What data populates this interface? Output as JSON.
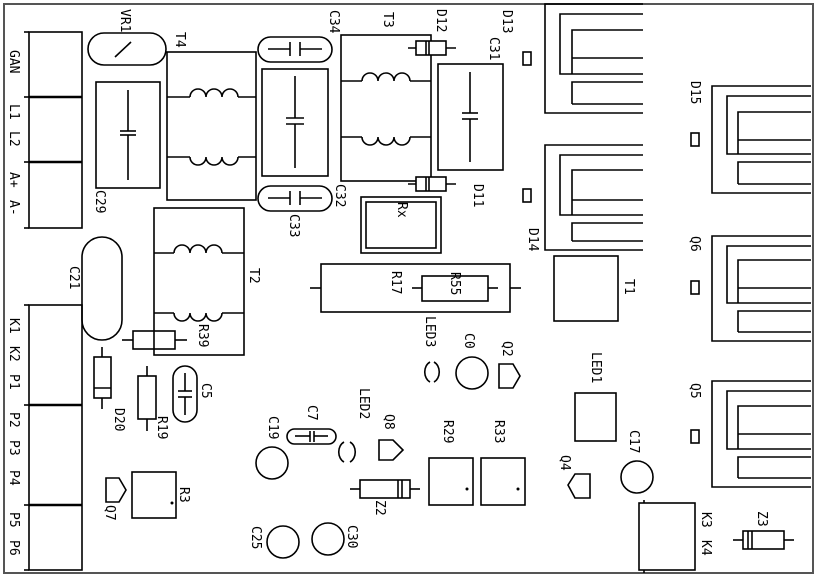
{
  "board": {
    "border_color": "#555555",
    "line_color": "#000000",
    "background": "#ffffff"
  },
  "labels": {
    "vr1": "VR1",
    "t4": "T4",
    "c34": "C34",
    "t3": "T3",
    "d12": "D12",
    "d13": "D13",
    "c31": "C31",
    "d15": "D15",
    "gan": "GAN",
    "l1": "L1",
    "l2": "L2",
    "a_plus": "A+",
    "a_minus": "A-",
    "c29": "C29",
    "c32": "C32",
    "c33": "C33",
    "d11": "D11",
    "rx": "Rx",
    "d14": "D14",
    "q6": "Q6",
    "t2": "T2",
    "c21": "C21",
    "r17": "R17",
    "r55": "R55",
    "t1": "T1",
    "k1": "K1",
    "k2": "K2",
    "p1": "P1",
    "p2": "P2",
    "p3": "P3",
    "p4": "P4",
    "p5": "P5",
    "p6": "P6",
    "r39": "R39",
    "led3": "LED3",
    "c0": "C0",
    "q2": "Q2",
    "led1": "LED1",
    "d20": "D20",
    "r19": "R19",
    "c5": "C5",
    "c19": "C19",
    "c7": "C7",
    "led2": "LED2",
    "q8": "Q8",
    "r29": "R29",
    "r33": "R33",
    "q5": "Q5",
    "c17": "C17",
    "q4": "Q4",
    "q7": "Q7",
    "r3": "R3",
    "z2": "Z2",
    "c25": "C25",
    "c30": "C30",
    "k3": "K3",
    "k4": "K4",
    "z3": "Z3"
  }
}
